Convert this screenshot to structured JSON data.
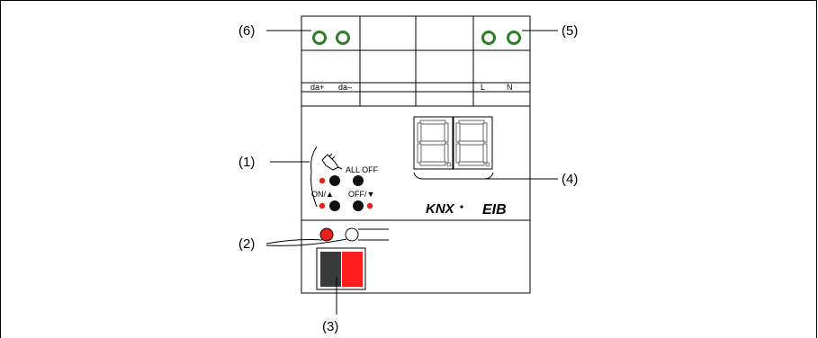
{
  "callouts": {
    "c1": "(1)",
    "c2": "(2)",
    "c3": "(3)",
    "c4": "(4)",
    "c5": "(5)",
    "c6": "(6)"
  },
  "terminals": {
    "da_plus": "da+",
    "da_minus": "da–",
    "l": "L",
    "n": "N"
  },
  "controls": {
    "all_off": "ALL OFF",
    "on_up": "ON/▲",
    "off_down": "OFF/▼"
  },
  "logos": {
    "knx": "KNX",
    "eib": "EIB"
  },
  "colors": {
    "led_red": "#e8201a",
    "button_black": "#111111",
    "terminal_green": "#2f7d2a",
    "switch_dark": "#3a3a3a",
    "switch_red": "#ff1e1e"
  }
}
